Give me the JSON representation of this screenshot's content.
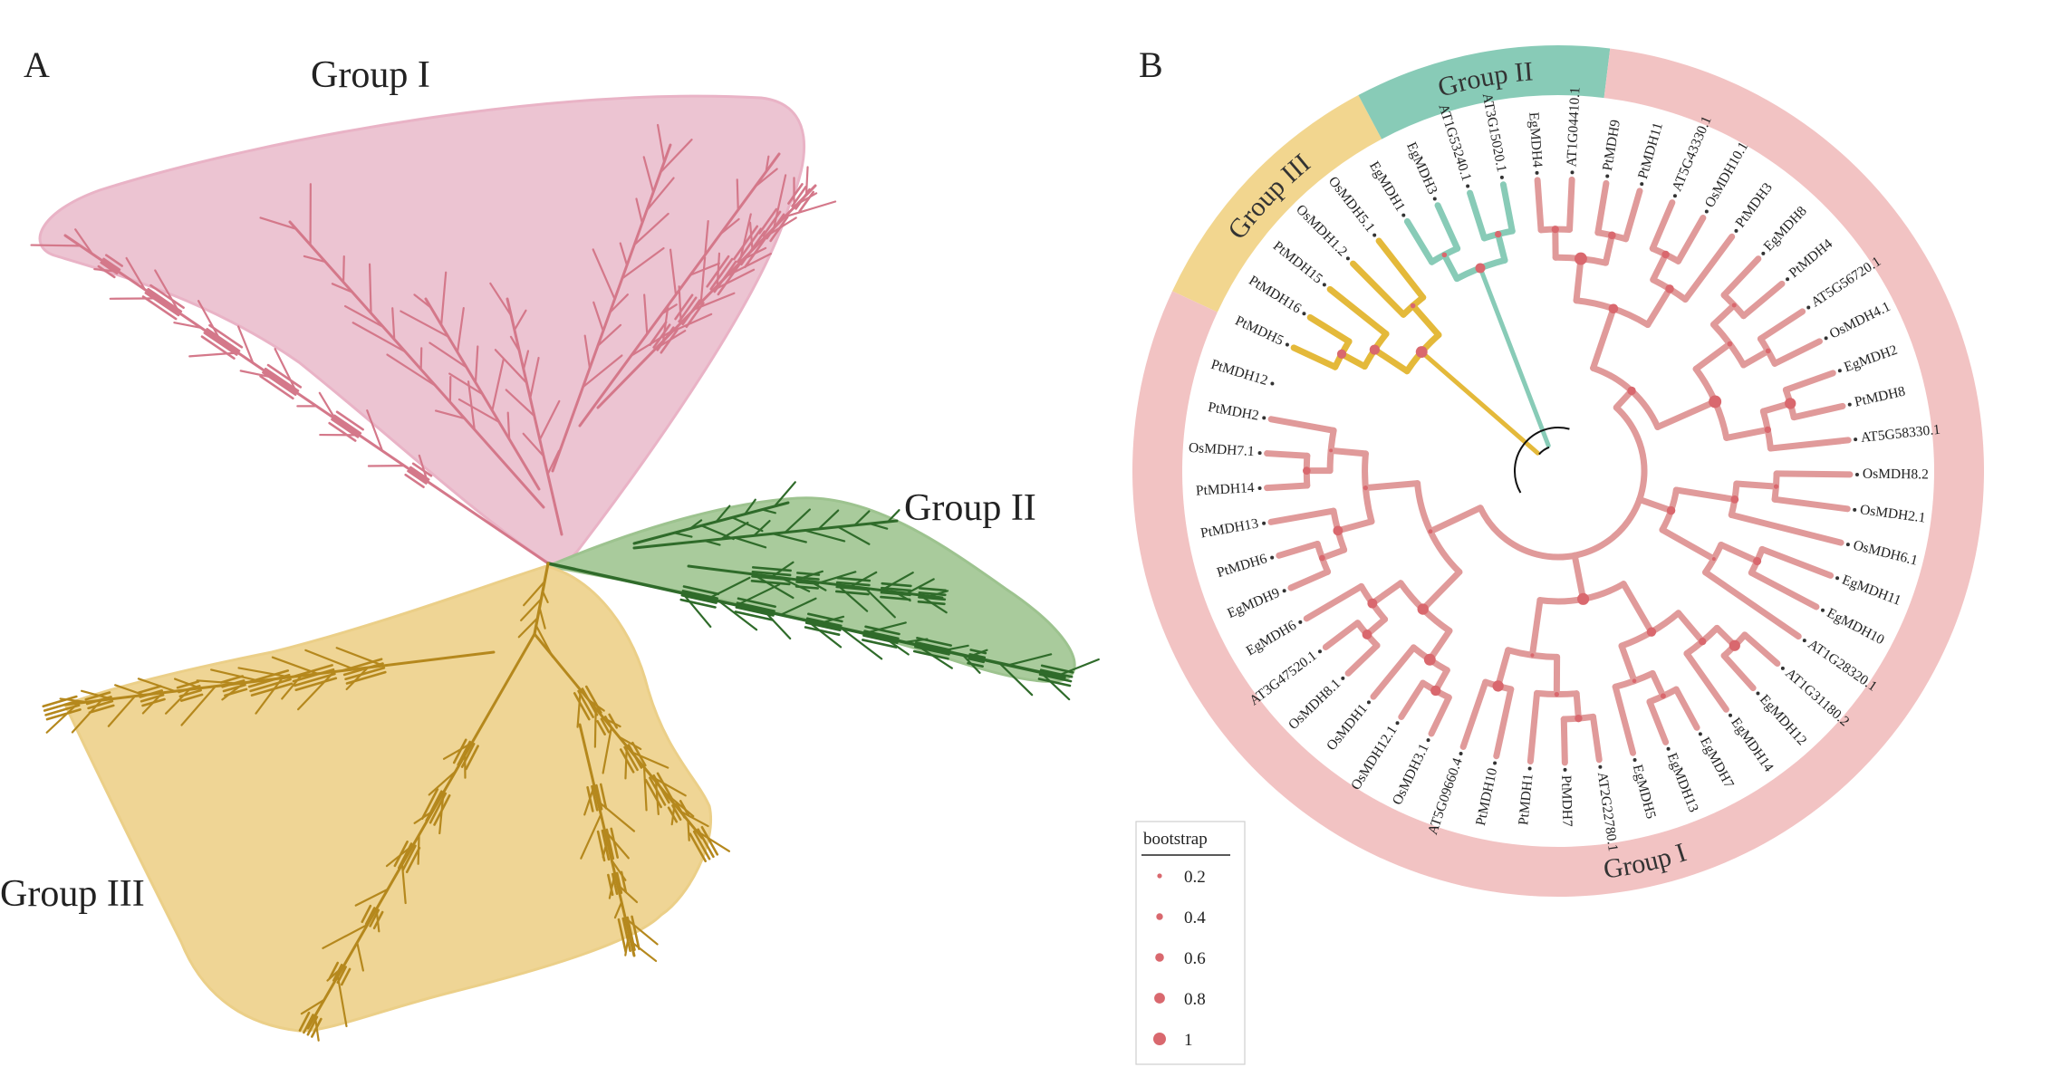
{
  "panel_a": {
    "label": "A",
    "groups": [
      {
        "id": "group1",
        "label": "Group I",
        "fill": "#ecc4d2",
        "stroke": "#e9b3c6",
        "branch": "#d4788a"
      },
      {
        "id": "group2",
        "label": "Group II",
        "fill": "#a9cb9c",
        "stroke": "#9dc38f",
        "branch": "#2f6b2a"
      },
      {
        "id": "group3",
        "label": "Group III",
        "fill": "#efd595",
        "stroke": "#ebcf88",
        "branch": "#b5881d"
      }
    ]
  },
  "panel_b": {
    "label": "B",
    "ring": [
      {
        "label": "Group III",
        "color": "#f2d68f"
      },
      {
        "label": "Group II",
        "color": "#88cbb7"
      },
      {
        "label": "Group I",
        "color": "#f2c3c3"
      }
    ],
    "branch_colors": {
      "group1": "#e09a9a",
      "group2": "#88cbb7",
      "group3": "#e4b93a",
      "root": "#111111",
      "node": "#d9686e"
    },
    "leaves": [
      {
        "name": "PtMDH5",
        "group": "group3"
      },
      {
        "name": "PtMDH16",
        "group": "group3"
      },
      {
        "name": "PtMDH15",
        "group": "group3"
      },
      {
        "name": "OsMDH1.2",
        "group": "group3"
      },
      {
        "name": "OsMDH5.1",
        "group": "group3"
      },
      {
        "name": "EgMDH1",
        "group": "group2"
      },
      {
        "name": "EgMDH3",
        "group": "group2"
      },
      {
        "name": "AT1G53240.1",
        "group": "group2"
      },
      {
        "name": "AT3G15020.1",
        "group": "group2"
      },
      {
        "name": "EgMDH4",
        "group": "group1"
      },
      {
        "name": "AT1G04410.1",
        "group": "group1"
      },
      {
        "name": "PtMDH9",
        "group": "group1"
      },
      {
        "name": "PtMDH11",
        "group": "group1"
      },
      {
        "name": "AT5G43330.1",
        "group": "group1"
      },
      {
        "name": "OsMDH10.1",
        "group": "group1"
      },
      {
        "name": "PtMDH3",
        "group": "group1"
      },
      {
        "name": "EgMDH8",
        "group": "group1"
      },
      {
        "name": "PtMDH4",
        "group": "group1"
      },
      {
        "name": "AT5G56720.1",
        "group": "group1"
      },
      {
        "name": "OsMDH4.1",
        "group": "group1"
      },
      {
        "name": "EgMDH2",
        "group": "group1"
      },
      {
        "name": "PtMDH8",
        "group": "group1"
      },
      {
        "name": "AT5G58330.1",
        "group": "group1"
      },
      {
        "name": "OsMDH8.2",
        "group": "group1"
      },
      {
        "name": "OsMDH2.1",
        "group": "group1"
      },
      {
        "name": "OsMDH6.1",
        "group": "group1"
      },
      {
        "name": "EgMDH11",
        "group": "group1"
      },
      {
        "name": "EgMDH10",
        "group": "group1"
      },
      {
        "name": "AT1G28320.1",
        "group": "group1"
      },
      {
        "name": "AT1G31180.2",
        "group": "group1"
      },
      {
        "name": "EgMDH12",
        "group": "group1"
      },
      {
        "name": "EgMDH14",
        "group": "group1"
      },
      {
        "name": "EgMDH7",
        "group": "group1"
      },
      {
        "name": "EgMDH13",
        "group": "group1"
      },
      {
        "name": "EgMDH5",
        "group": "group1"
      },
      {
        "name": "AT2G22780.1",
        "group": "group1"
      },
      {
        "name": "PtMDH7",
        "group": "group1"
      },
      {
        "name": "PtMDH1",
        "group": "group1"
      },
      {
        "name": "PtMDH10",
        "group": "group1"
      },
      {
        "name": "AT5G09660.4",
        "group": "group1"
      },
      {
        "name": "OsMDH3.1",
        "group": "group1"
      },
      {
        "name": "OsMDH12.1",
        "group": "group1"
      },
      {
        "name": "OsMDH1",
        "group": "group1"
      },
      {
        "name": "OsMDH8.1",
        "group": "group1"
      },
      {
        "name": "AT3G47520.1",
        "group": "group1"
      },
      {
        "name": "EgMDH6",
        "group": "group1"
      },
      {
        "name": "EgMDH9",
        "group": "group1"
      },
      {
        "name": "PtMDH6",
        "group": "group1"
      },
      {
        "name": "PtMDH13",
        "group": "group1"
      },
      {
        "name": "PtMDH14",
        "group": "group1"
      },
      {
        "name": "OsMDH7.1",
        "group": "group1"
      },
      {
        "name": "PtMDH2",
        "group": "group1"
      },
      {
        "name": "PtMDH12",
        "group": "group1"
      }
    ],
    "legend": {
      "title": "bootstrap",
      "items": [
        {
          "label": "0.2",
          "value": 0.2
        },
        {
          "label": "0.4",
          "value": 0.4
        },
        {
          "label": "0.6",
          "value": 0.6
        },
        {
          "label": "0.8",
          "value": 0.8
        },
        {
          "label": "1",
          "value": 1.0
        }
      ]
    }
  }
}
